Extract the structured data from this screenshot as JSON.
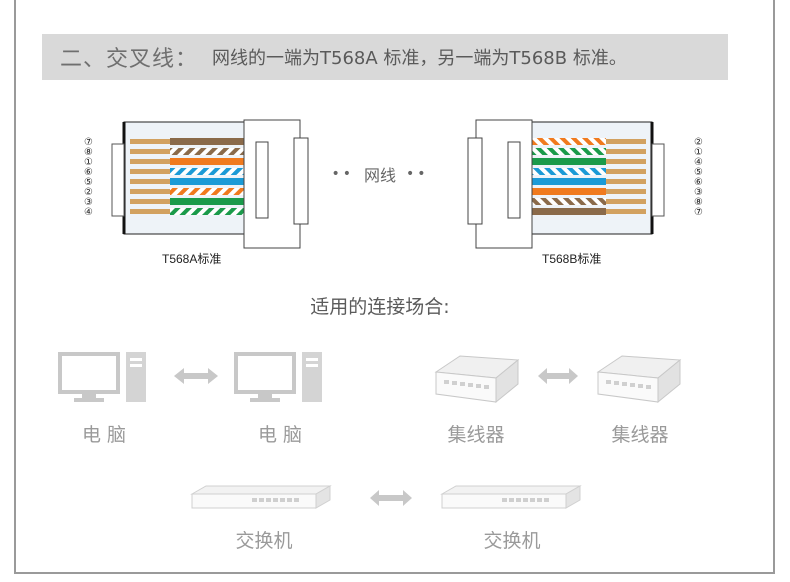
{
  "banner": {
    "lead": "二、交叉线：",
    "text": "网线的一端为T568A 标准，另一端为T568B 标准。"
  },
  "connectors": {
    "a_label": "T568A标准",
    "b_label": "T568B标准",
    "a_pins": [
      "⑦",
      "⑧",
      "①",
      "⑥",
      "⑤",
      "②",
      "③",
      "④"
    ],
    "b_pins": [
      "②",
      "①",
      "④",
      "⑤",
      "⑥",
      "③",
      "⑧",
      "⑦"
    ],
    "cable_label": "网线",
    "cable_dots": "••"
  },
  "usage": {
    "title": "适用的连接场合:",
    "pc_left": "电  脑",
    "pc_right": "电  脑",
    "hub_left": "集线器",
    "hub_right": "集线器",
    "switch_left": "交换机",
    "switch_right": "交换机"
  },
  "colors": {
    "orange": "#f07a1e",
    "green": "#1a9a4a",
    "blue": "#1b9ad6",
    "brown": "#8a6a4a",
    "copper": "#d2a160",
    "device_gray": "#c8c8c8"
  }
}
